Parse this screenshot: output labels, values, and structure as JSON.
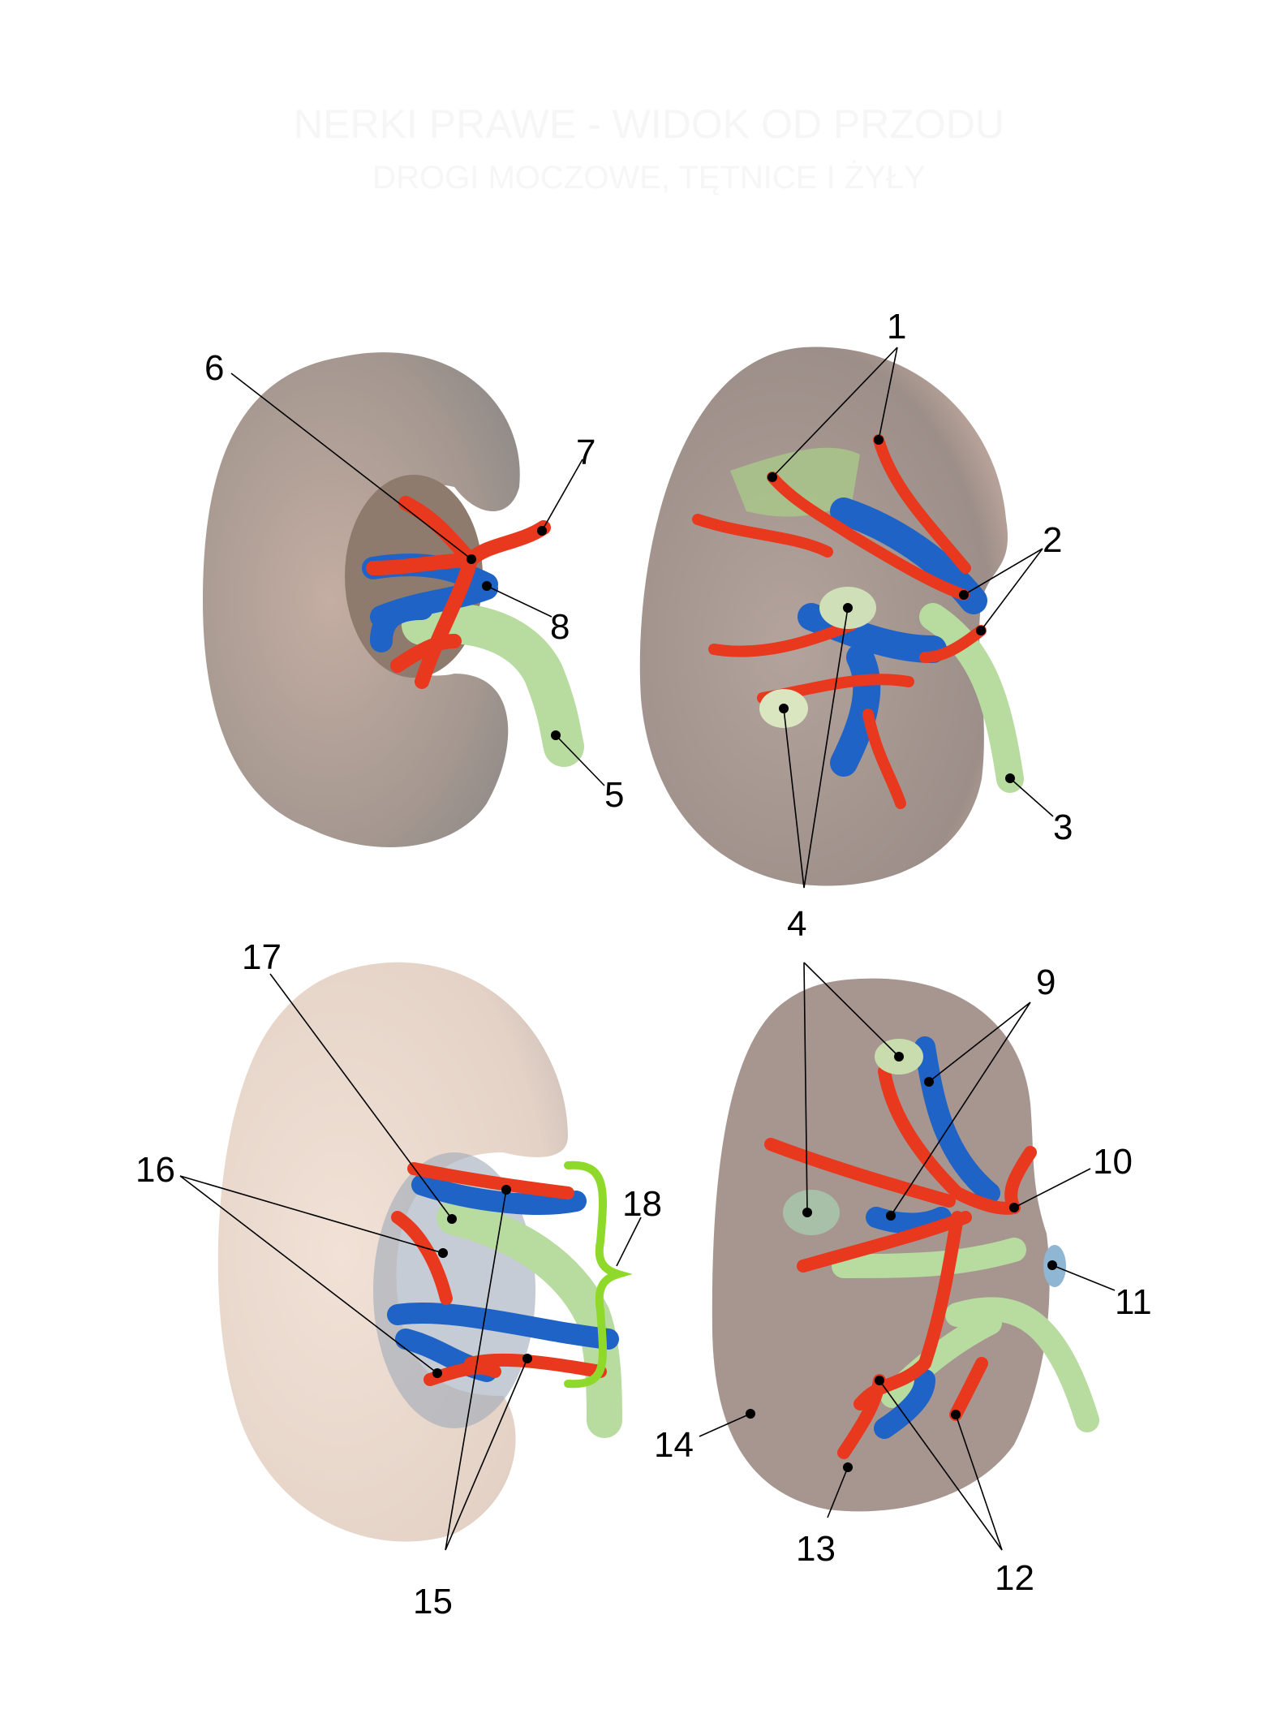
{
  "ghost_title": {
    "line1": "NERKI PRAWE - WIDOK OD PRZODU",
    "line2": "DROGI MOCZOWE, TĘTNICE I ŻYŁY"
  },
  "labels": {
    "l1": "1",
    "l2": "2",
    "l3": "3",
    "l4": "4",
    "l5": "5",
    "l6": "6",
    "l7": "7",
    "l8": "8",
    "l9": "9",
    "l10": "10",
    "l11": "11",
    "l12": "12",
    "l13": "13",
    "l14": "14",
    "l15": "15",
    "l16": "16",
    "l17": "17",
    "l18": "18"
  },
  "colors": {
    "artery": "#e8381e",
    "vein": "#1f63c6",
    "ureter": "#b8dba0",
    "kidney": "#b9a59a",
    "brace": "#8fd92a"
  }
}
